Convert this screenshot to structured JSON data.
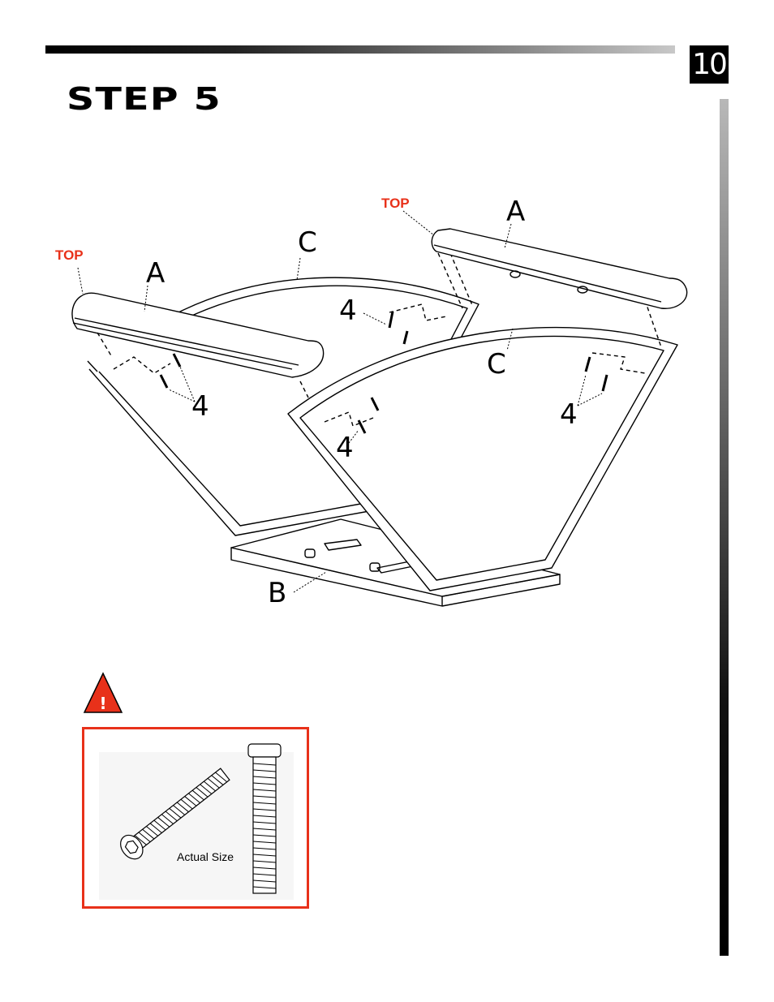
{
  "page_number": "10",
  "step_title": "STEP 5",
  "labels": {
    "top_left": "TOP",
    "top_right": "TOP",
    "part_a_left": "A",
    "part_a_right": "A",
    "part_c_back": "C",
    "part_c_front": "C",
    "part_b": "B",
    "screw_left": "4",
    "screw_back": "4",
    "screw_front_left": "4",
    "screw_front_right": "4"
  },
  "hardware": {
    "caption": "Actual Size",
    "warning_symbol": "!"
  },
  "colors": {
    "accent_red": "#e8311a",
    "black": "#000000"
  }
}
